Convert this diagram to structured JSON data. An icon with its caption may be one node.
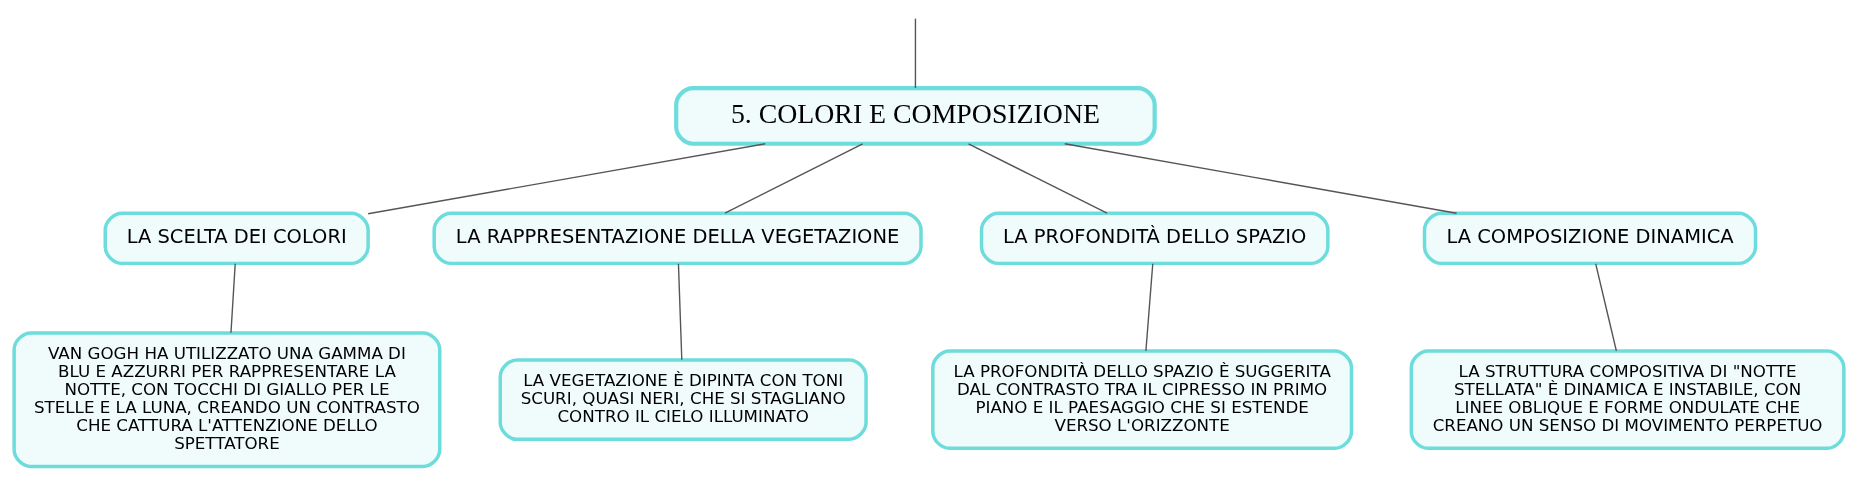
{
  "diagram": {
    "nodes": [
      {
        "text": [
          "5. COLORI E COMPOSIZIONE"
        ]
      },
      {
        "text": [
          "LA SCELTA DEI COLORI"
        ]
      },
      {
        "text": [
          "LA RAPPRESENTAZIONE DELLA VEGETAZIONE"
        ]
      },
      {
        "text": [
          "LA PROFONDITÀ DELLO SPAZIO"
        ]
      },
      {
        "text": [
          "LA COMPOSIZIONE DINAMICA"
        ]
      },
      {
        "text": [
          "VAN GOGH HA UTILIZZATO UNA GAMMA DI BLU E AZZURRI PER RAPPRESENTARE LA NOTTE, CON TOCCHI DI GIALLO PER LE STELLE E LA LUNA, CREANDO UN CONTRASTO CHE CATTURA L'ATTENZIONE DELLO SPETTATORE"
        ]
      },
      {
        "text": [
          "LA VEGETAZIONE È DIPINTA CON TONI SCURI, QUASI NERI, CHE SI STAGLIANO CONTRO IL CIELO ILLUMINATO"
        ]
      },
      {
        "text": [
          "LA PROFONDITÀ DELLO SPAZIO È SUGGERITA DAL CONTRASTO TRA IL CIPRESSO IN PRIMO PIANO E IL PAESAGGIO CHE SI ESTENDE VERSO L'ORIZZONTE"
        ]
      },
      {
        "text": [
          "LA STRUTTURA COMPOSITIVA DI \"NOTTE STELLATA\" È DINAMICA E INSTABILE, CON LINEE OBLIQUE E FORME ONDULATE CHE CREANO UN SENSO DI MOVIMENTO PERPETUO"
        ]
      }
    ],
    "edges": [
      {
        "from": null,
        "to": 0,
        "arrow": "none"
      },
      {
        "from": 0,
        "to": 1,
        "arrow": "none"
      },
      {
        "from": 0,
        "to": 2,
        "arrow": "none"
      },
      {
        "from": 0,
        "to": 3,
        "arrow": "none"
      },
      {
        "from": 0,
        "to": 4,
        "arrow": "none"
      },
      {
        "from": 1,
        "to": 5,
        "arrow": "none"
      },
      {
        "from": 2,
        "to": 6,
        "arrow": "none"
      },
      {
        "from": 3,
        "to": 7,
        "arrow": "none"
      },
      {
        "from": 4,
        "to": 8,
        "arrow": "none"
      }
    ]
  }
}
